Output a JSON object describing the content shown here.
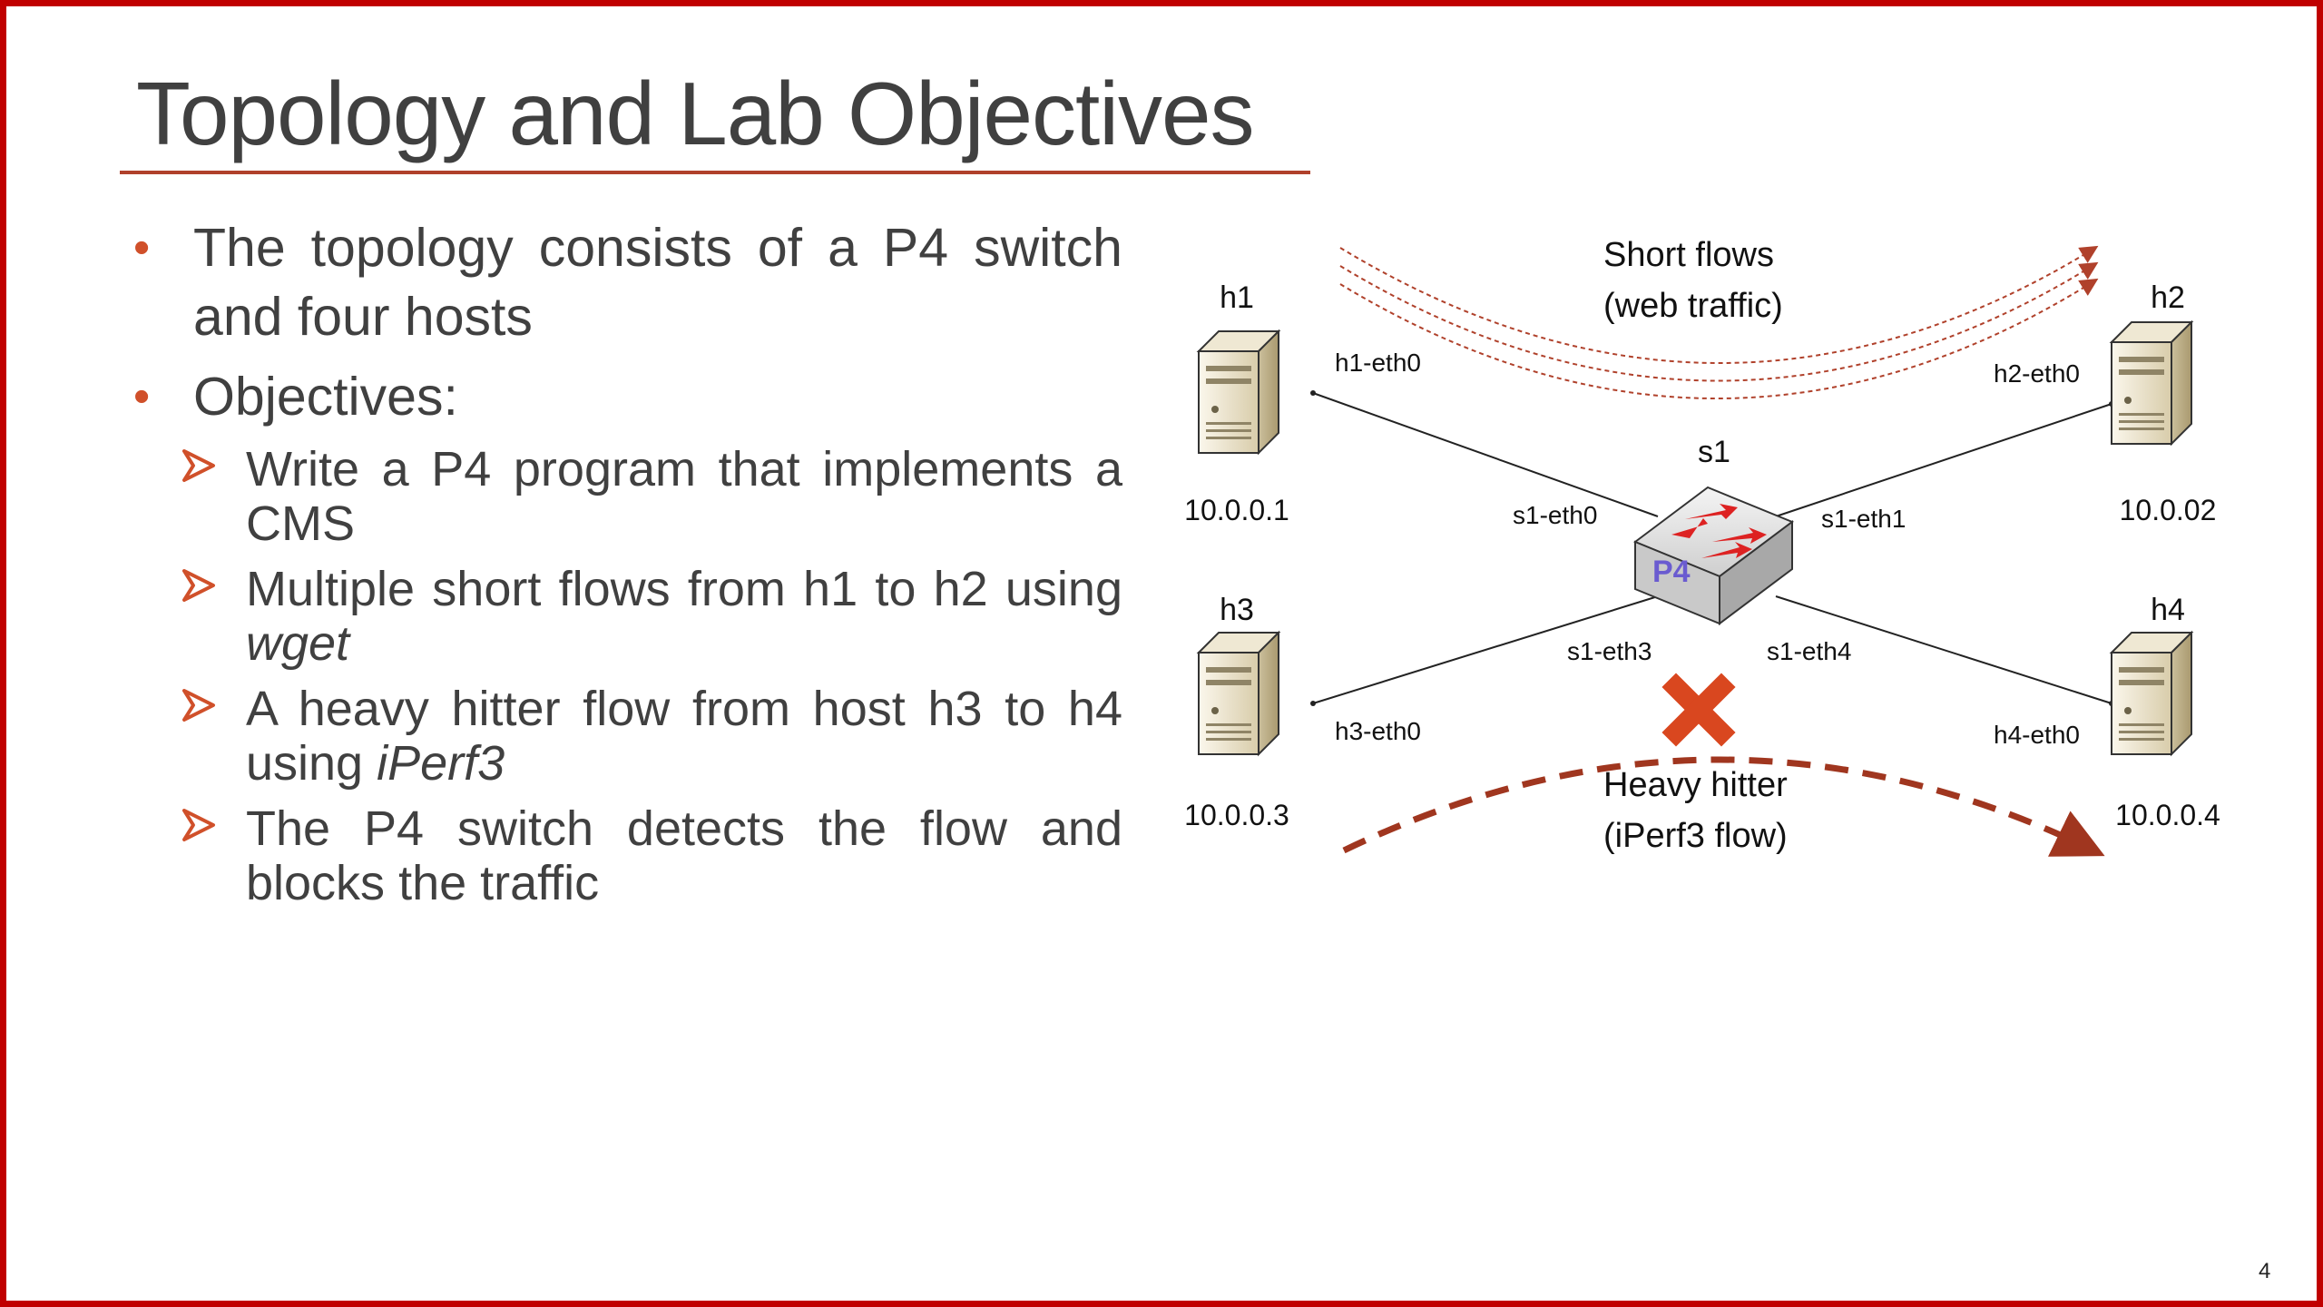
{
  "slide": {
    "title": "Topology and Lab Objectives",
    "page_number": "4"
  },
  "bullets": {
    "b1": "The topology consists of a P4 switch and four hosts",
    "b2": "Objectives:",
    "s1": "Write a P4 program that implements a CMS",
    "s2_pre": "Multiple short flows from h1 to h2 using ",
    "s2_em": "wget",
    "s3_pre": "A heavy hitter flow from host h3 to h4 using ",
    "s3_em": "iPerf3",
    "s4": "The P4 switch detects the flow and blocks the traffic"
  },
  "diagram": {
    "hosts": {
      "h1": {
        "name": "h1",
        "ip": "10.0.0.1",
        "iface": "h1-eth0"
      },
      "h2": {
        "name": "h2",
        "ip": "10.0.02",
        "iface": "h2-eth0"
      },
      "h3": {
        "name": "h3",
        "ip": "10.0.0.3",
        "iface": "h3-eth0"
      },
      "h4": {
        "name": "h4",
        "ip": "10.0.0.4",
        "iface": "h4-eth0"
      }
    },
    "switch": {
      "name": "s1",
      "logo": "P4",
      "ports": {
        "eth0": "s1-eth0",
        "eth1": "s1-eth1",
        "eth3": "s1-eth3",
        "eth4": "s1-eth4"
      }
    },
    "short_flows": {
      "line1": "Short flows",
      "line2": "(web traffic)"
    },
    "heavy_hitter": {
      "line1": "Heavy hitter",
      "line2": "(iPerf3 flow)"
    },
    "colors": {
      "flow_dotted": "#b0412b",
      "flow_dashed": "#a0361f",
      "block_x": "#d9471f",
      "server_light": "#f0e9d6",
      "server_dark": "#cbbf9c",
      "link": "#222222"
    }
  }
}
